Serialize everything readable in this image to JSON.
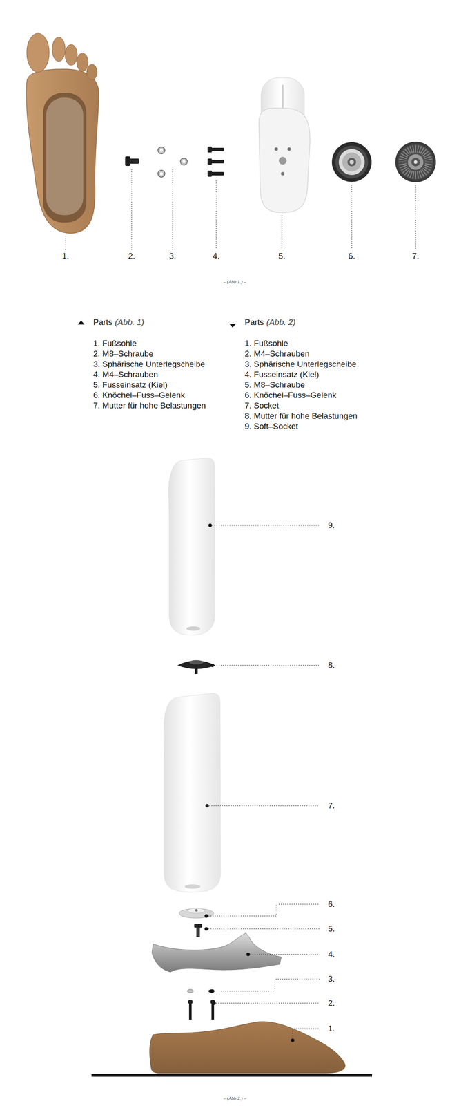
{
  "diagram": {
    "labels": [
      "1.",
      "2.",
      "3.",
      "4.",
      "5.",
      "6.",
      "7.",
      "– (Abb 1.) –",
      "Parts",
      "(Abb. 1)",
      "1. Fußsohle",
      "2. M8–Schraube",
      "3. Sphärische Unterlegscheibe",
      "4. M4–Schrauben",
      "5. Fusseinsatz (Kiel)",
      "6. Knöchel–Fuss–Gelenk",
      "7. Mutter für hohe Belastungen",
      "Parts",
      "(Abb. 2)",
      "1. Fußsohle",
      "2. M4–Schrauben",
      "3. Sphärische Unterlegscheibe",
      "4. Fusseinsatz (Kiel)",
      "5. M8–Schraube",
      "6. Knöchel–Fuss–Gelenk",
      "7. Socket",
      "8. Mutter für hohe Belastungen",
      "9. Soft–Socket",
      "9.",
      "8.",
      "7.",
      "6.",
      "5.",
      "4.",
      "3.",
      "2.",
      "1.",
      "– (Abb 2.) –"
    ]
  }
}
